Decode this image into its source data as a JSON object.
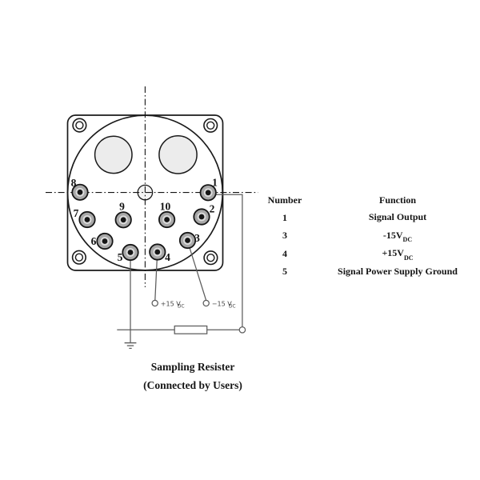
{
  "diagram": {
    "pin_labels": [
      "1",
      "2",
      "3",
      "4",
      "5",
      "6",
      "7",
      "8",
      "9",
      "10"
    ],
    "terminals": {
      "plus": {
        "label": "+15 V",
        "sub": "DC"
      },
      "minus": {
        "label": "−15 V",
        "sub": "DC"
      }
    },
    "caption": {
      "line1": "Sampling Resister",
      "line2": "(Connected by Users)"
    }
  },
  "table": {
    "headers": {
      "number": "Number",
      "function": "Function"
    },
    "rows": [
      {
        "number": "1",
        "function": "Signal Output",
        "sub": ""
      },
      {
        "number": "3",
        "function": "-15V",
        "sub": "DC"
      },
      {
        "number": "4",
        "function": "+15V",
        "sub": "DC"
      },
      {
        "number": "5",
        "function": "Signal Power Supply Ground",
        "sub": ""
      }
    ]
  },
  "colors": {
    "line": "#1a1a1a",
    "wire": "#5c5c5c",
    "pin_fill": "#a8a8a8",
    "pin_inner": "#dcdcdc",
    "keyway_fill": "#ececec",
    "center_hole_fill": "#f4f4f4"
  }
}
